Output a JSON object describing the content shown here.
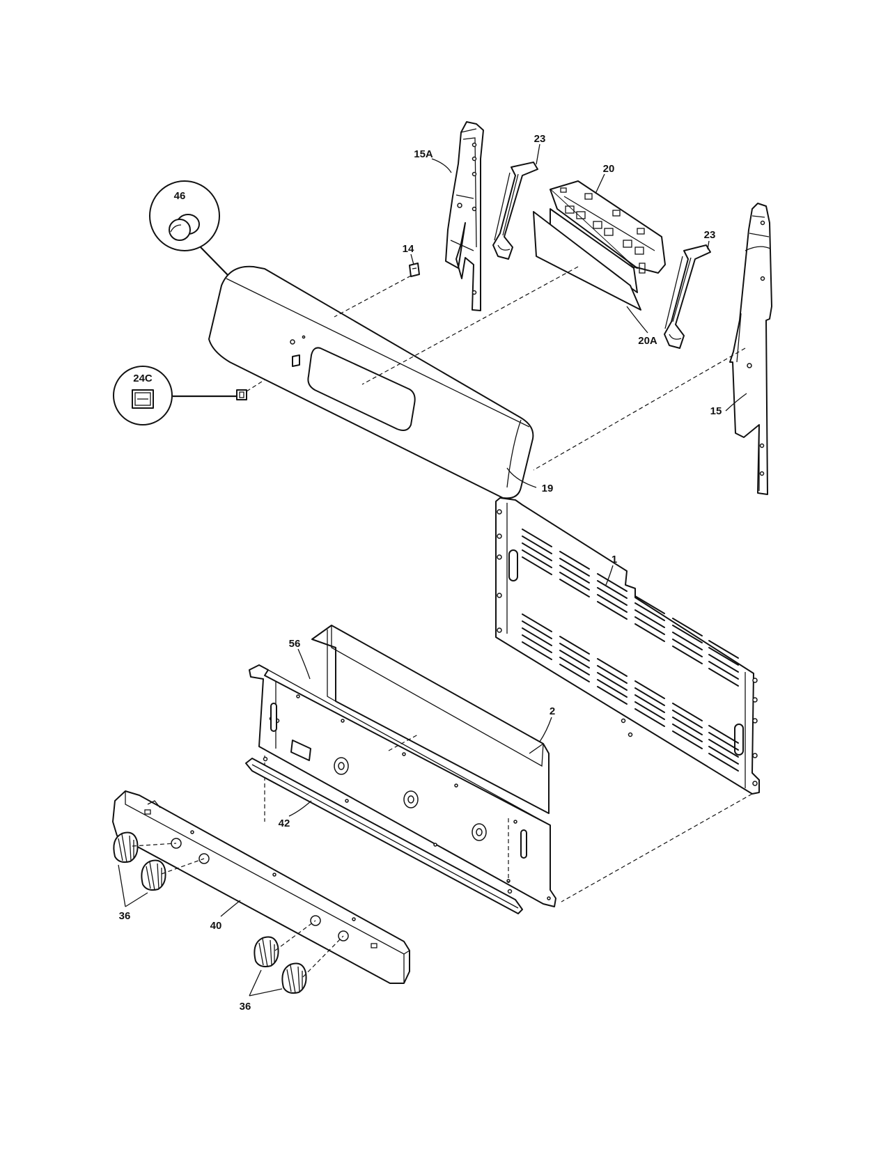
{
  "callouts": {
    "c46": "46",
    "c24c": "24C",
    "c14": "14",
    "c15a": "15A",
    "c23a": "23",
    "c20": "20",
    "c23b": "23",
    "c20a": "20A",
    "c15": "15",
    "c19": "19",
    "c1": "1",
    "c56": "56",
    "c2": "2",
    "c42": "42",
    "c40": "40",
    "c36a": "36",
    "c36b": "36"
  }
}
